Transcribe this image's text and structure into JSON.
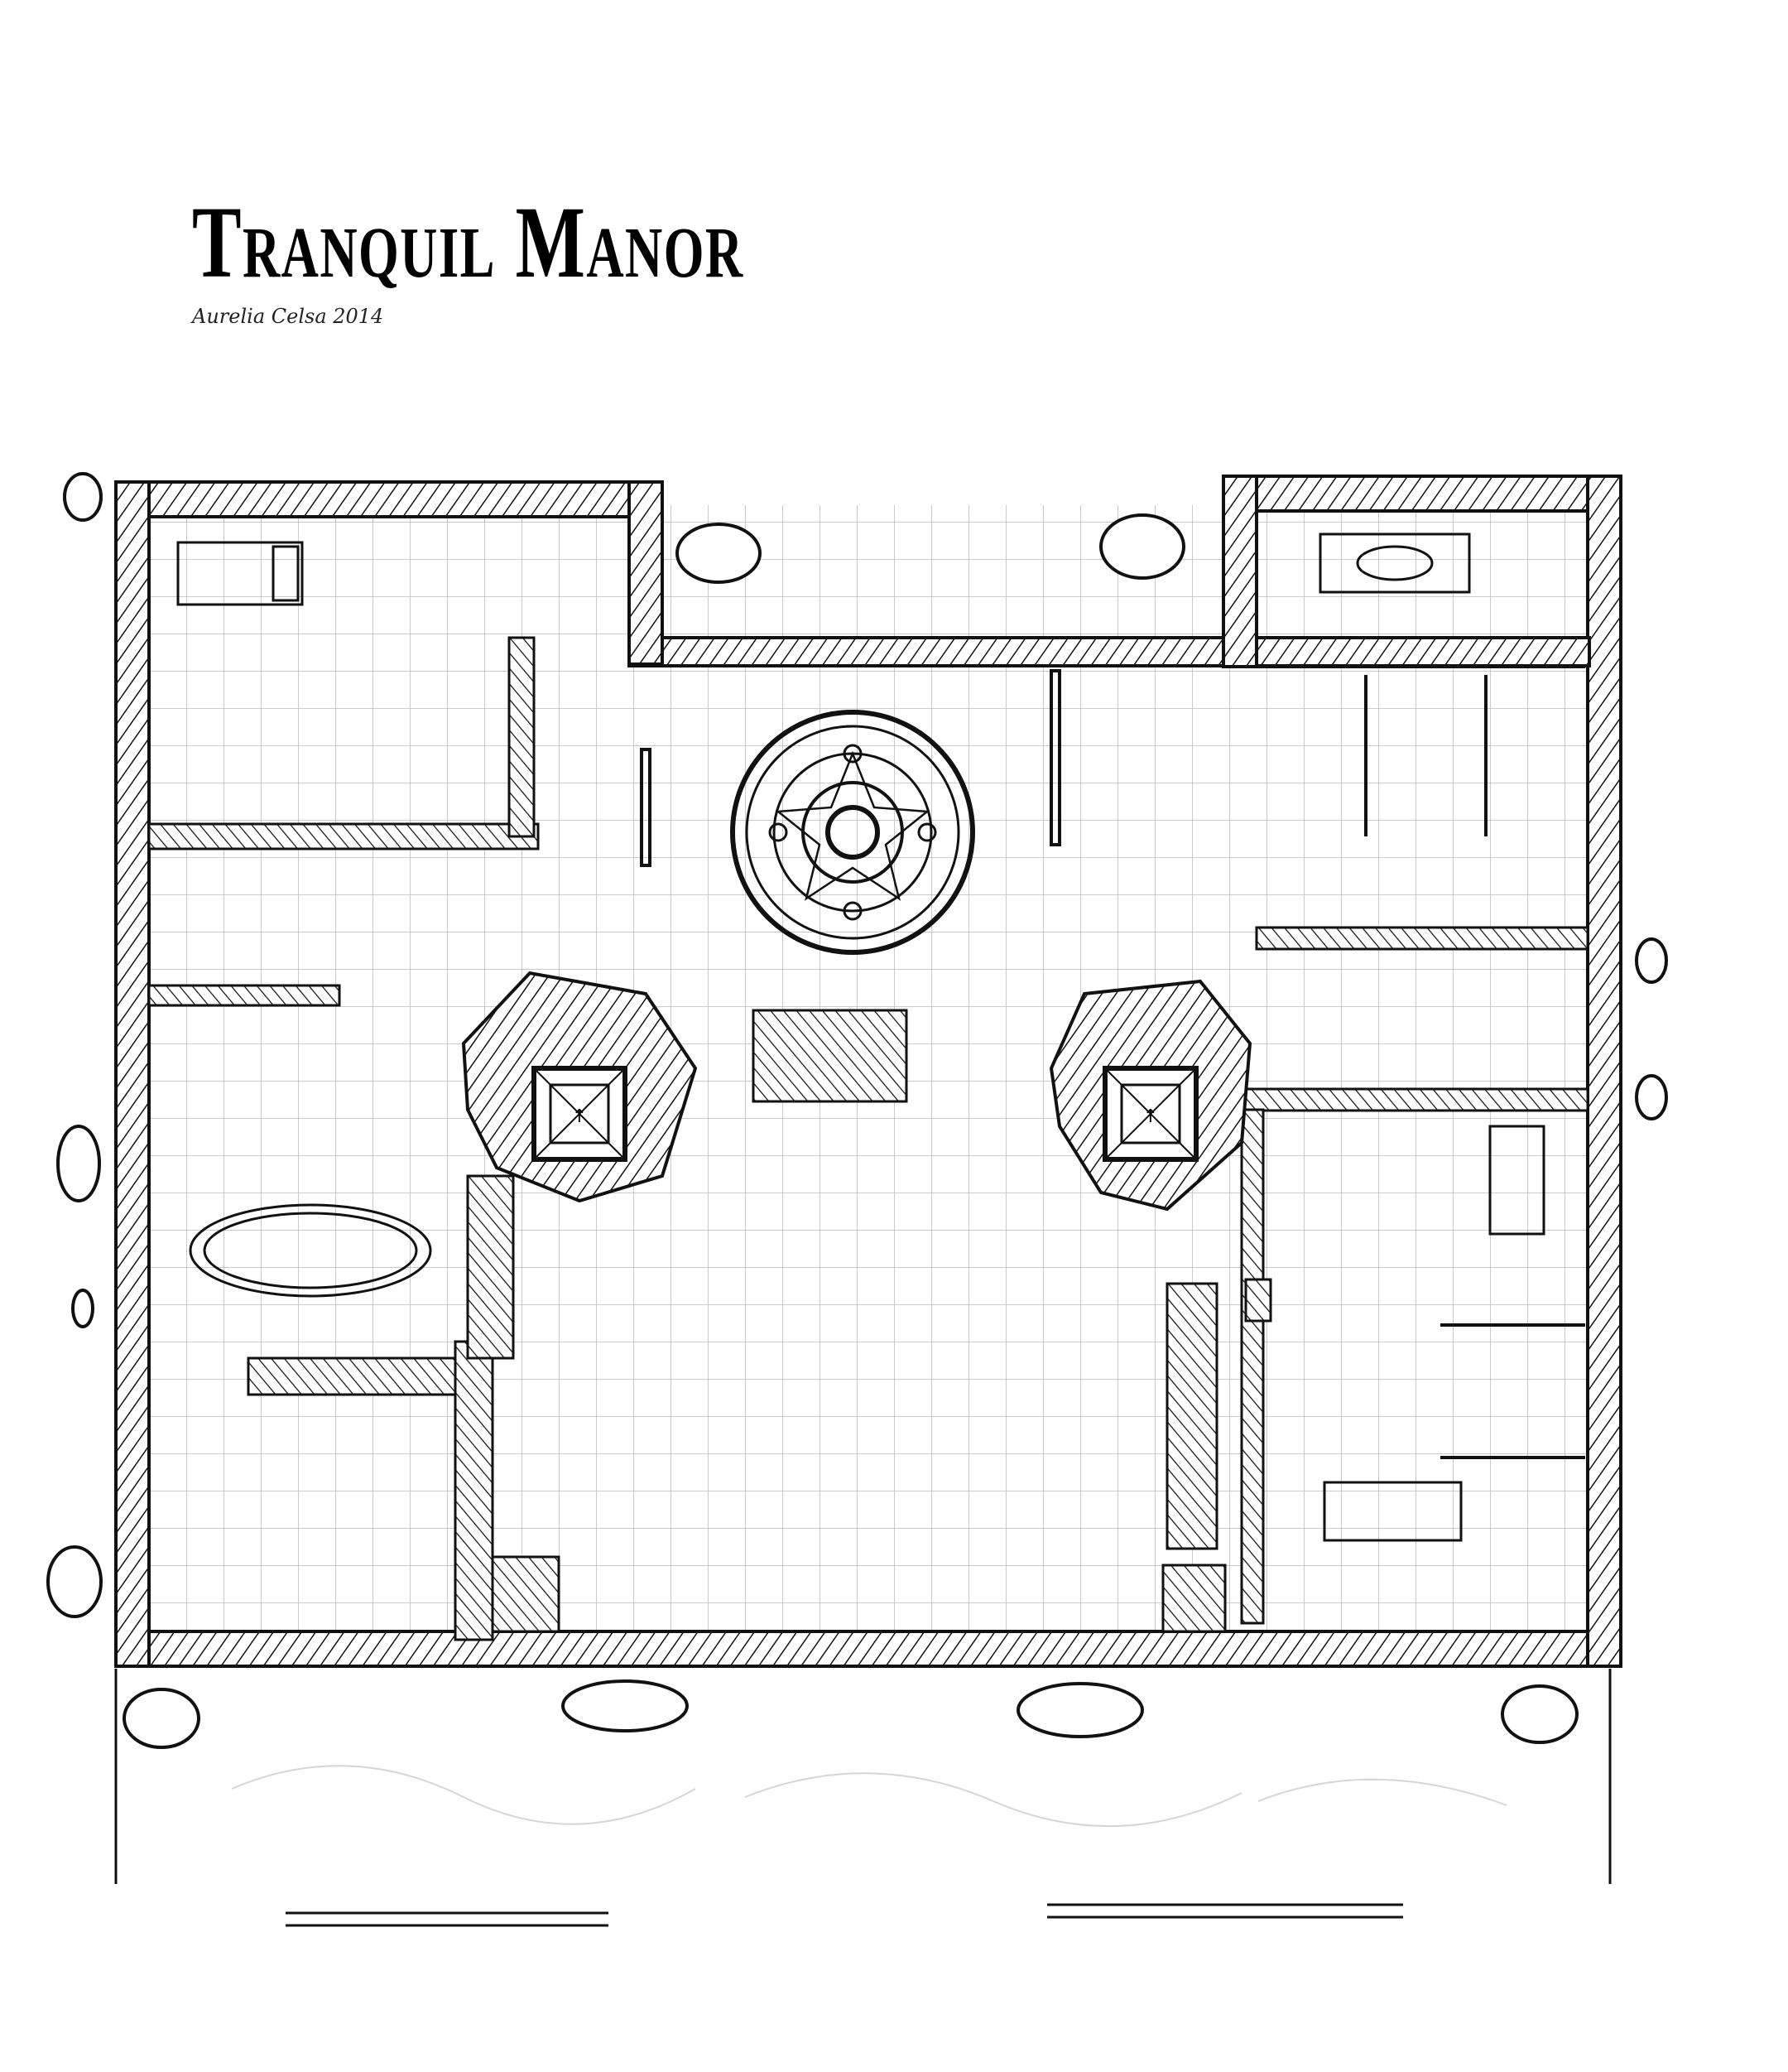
{
  "map": {
    "title": "Tranquil Manor",
    "signature": "Aurelia Celsa 2014",
    "colors": {
      "ink": "#111111",
      "paper": "#ffffff",
      "grid": "#b9b9b9",
      "sketch": "#d6d6d6"
    },
    "features": [
      "ritual-circle",
      "staircase-west",
      "staircase-east",
      "bed",
      "round-rug",
      "bath-tub",
      "dining-table",
      "bushes",
      "fence-rails"
    ]
  }
}
